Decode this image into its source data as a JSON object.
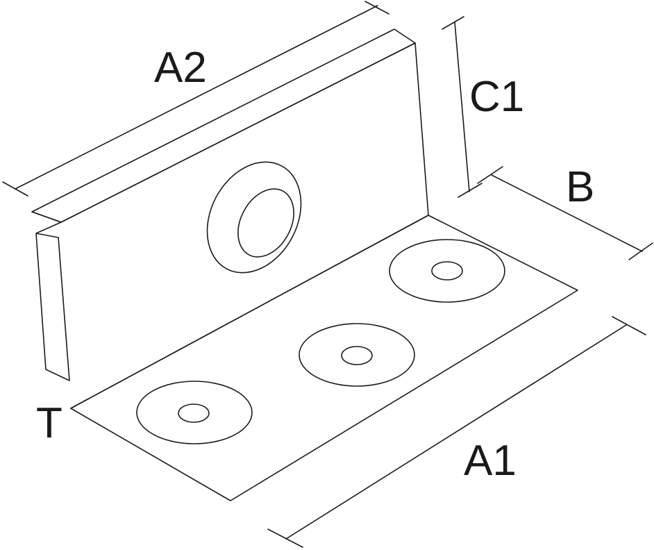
{
  "labels": {
    "a1": "A1",
    "a2": "A2",
    "b": "B",
    "c1": "C1",
    "t": "T"
  },
  "colors": {
    "line": "#1a1a1a",
    "background": "#ffffff"
  }
}
